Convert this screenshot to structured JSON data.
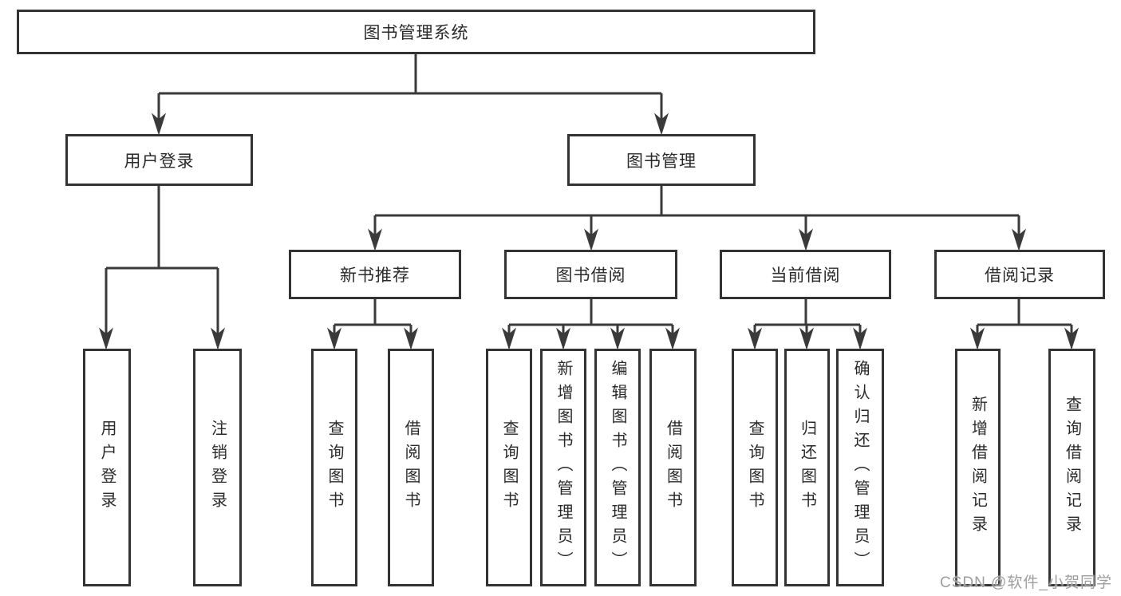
{
  "colors": {
    "background": "#ffffff",
    "line": "#3a3a3a",
    "box_border": "#333333",
    "box_fill": "#ffffff",
    "text": "#2a2a2a",
    "watermark": "#9e9e9e"
  },
  "watermark": "CSDN @软件_小贺同学",
  "tree": {
    "label": "图书管理系统",
    "children": [
      {
        "label": "用户登录",
        "children": [
          {
            "label": "用户登录"
          },
          {
            "label": "注销登录"
          }
        ]
      },
      {
        "label": "图书管理",
        "children": [
          {
            "label": "新书推荐",
            "children": [
              {
                "label": "查询图书"
              },
              {
                "label": "借阅图书"
              }
            ]
          },
          {
            "label": "图书借阅",
            "children": [
              {
                "label": "查询图书"
              },
              {
                "label": "新增图书（管理员）"
              },
              {
                "label": "编辑图书（管理员）"
              },
              {
                "label": "借阅图书"
              }
            ]
          },
          {
            "label": "当前借阅",
            "children": [
              {
                "label": "查询图书"
              },
              {
                "label": "归还图书"
              },
              {
                "label": "确认归还（管理员）"
              }
            ]
          },
          {
            "label": "借阅记录",
            "children": [
              {
                "label": "新增借阅记录"
              },
              {
                "label": "查询借阅记录"
              }
            ]
          }
        ]
      }
    ]
  }
}
